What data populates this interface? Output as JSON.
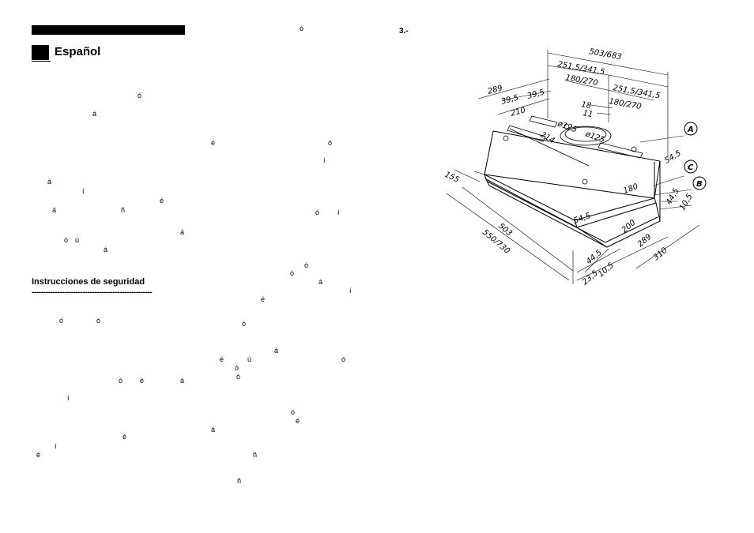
{
  "header": {
    "language_title": "Español",
    "page_number": "3.-"
  },
  "sections": {
    "safety_heading": "Instrucciones de seguridad",
    "dash_rule": "----------------------------------------------------"
  },
  "accented_characters": [
    {
      "id": "c1",
      "char": "ó"
    },
    {
      "id": "c2",
      "char": "á"
    },
    {
      "id": "c3",
      "char": "á"
    },
    {
      "id": "c4",
      "char": "í"
    },
    {
      "id": "c5",
      "char": "é"
    },
    {
      "id": "c6",
      "char": "á"
    },
    {
      "id": "c7",
      "char": "ñ"
    },
    {
      "id": "c8",
      "char": "á"
    },
    {
      "id": "c9",
      "char": "ó"
    },
    {
      "id": "c10",
      "char": "ú"
    },
    {
      "id": "c11",
      "char": "á"
    },
    {
      "id": "c12",
      "char": "ó"
    },
    {
      "id": "c13",
      "char": "ó"
    },
    {
      "id": "c14",
      "char": "ó"
    },
    {
      "id": "c15",
      "char": "é"
    },
    {
      "id": "c16",
      "char": "á"
    },
    {
      "id": "c17",
      "char": "í"
    },
    {
      "id": "c18",
      "char": "é"
    },
    {
      "id": "c19",
      "char": "í"
    },
    {
      "id": "c20",
      "char": "é"
    },
    {
      "id": "c21",
      "char": "ó"
    },
    {
      "id": "c22",
      "char": "é"
    },
    {
      "id": "c23",
      "char": "ó"
    },
    {
      "id": "c24",
      "char": "í"
    },
    {
      "id": "c25",
      "char": "ó"
    },
    {
      "id": "c26",
      "char": "í"
    },
    {
      "id": "c27",
      "char": "ó"
    },
    {
      "id": "c28",
      "char": "ó"
    },
    {
      "id": "c29",
      "char": "á"
    },
    {
      "id": "c30",
      "char": "í"
    },
    {
      "id": "c31",
      "char": "é"
    },
    {
      "id": "c32",
      "char": "ó"
    },
    {
      "id": "c33",
      "char": "á"
    },
    {
      "id": "c34",
      "char": "é"
    },
    {
      "id": "c35",
      "char": "ú"
    },
    {
      "id": "c36",
      "char": "ó"
    },
    {
      "id": "c37",
      "char": "ó"
    },
    {
      "id": "c38",
      "char": "ó"
    },
    {
      "id": "c39",
      "char": "ó"
    },
    {
      "id": "c40",
      "char": "é"
    },
    {
      "id": "c41",
      "char": "á"
    },
    {
      "id": "c42",
      "char": "ñ"
    },
    {
      "id": "c43",
      "char": "ñ"
    }
  ],
  "diagram": {
    "labels": [
      "503/683",
      "251,5/341,5",
      "251,5/341,5",
      "180/270",
      "180/270",
      "289",
      "39,5",
      "39,5",
      "210",
      "18",
      "11",
      "214",
      "ø125",
      "ø125",
      "A",
      "B",
      "C",
      "54,5",
      "180",
      "54,5",
      "44,5",
      "10,5",
      "200",
      "289",
      "310",
      "503",
      "550/730",
      "44,5",
      "10,5",
      "23,5",
      "155"
    ]
  }
}
